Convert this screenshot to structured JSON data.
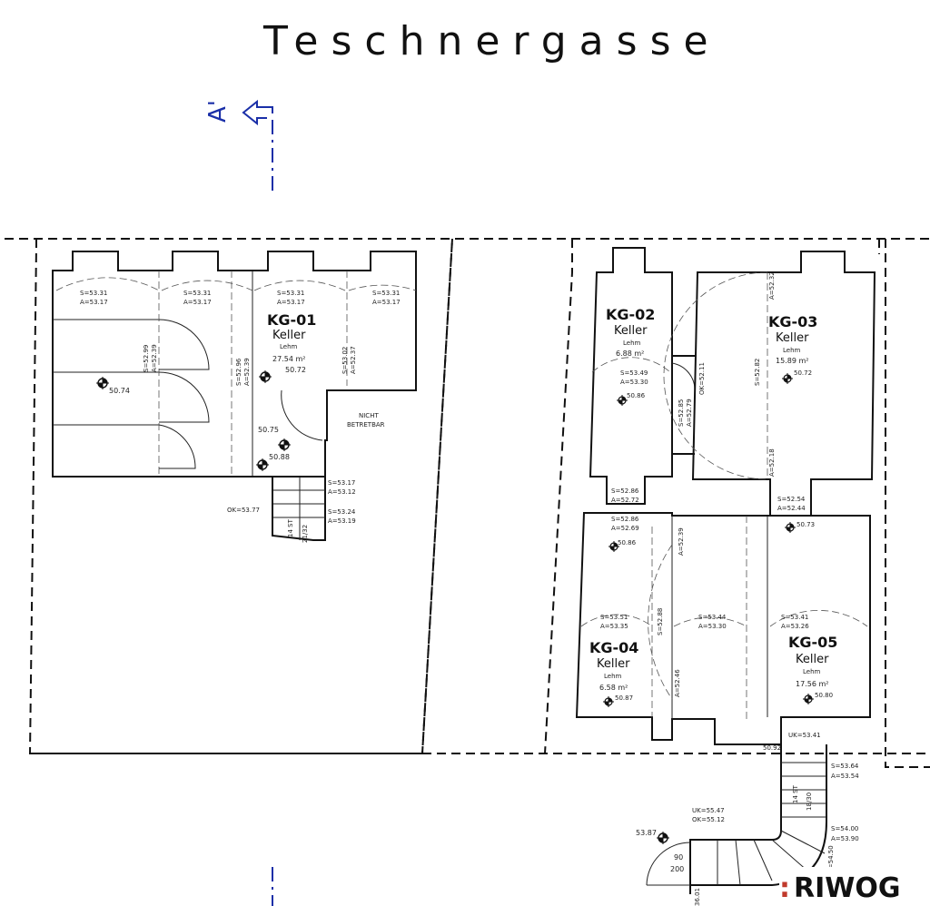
{
  "title": "Teschnergasse",
  "section_marker": "A'",
  "logo": {
    "prefix": ":",
    "text": "RIWOG",
    "accent_color": "#c0392b"
  },
  "rooms": {
    "kg01": {
      "id": "KG-01",
      "type": "Keller",
      "floor": "Lehm",
      "area": "27.54 m²",
      "level": "50.72"
    },
    "kg02": {
      "id": "KG-02",
      "type": "Keller",
      "floor": "Lehm",
      "area": "6.88 m²"
    },
    "kg03": {
      "id": "KG-03",
      "type": "Keller",
      "floor": "Lehm",
      "area": "15.89 m²",
      "level": "50.72"
    },
    "kg04": {
      "id": "KG-04",
      "type": "Keller",
      "floor": "Lehm",
      "area": "6.58 m²",
      "level": "50.87"
    },
    "kg05": {
      "id": "KG-05",
      "type": "Keller",
      "floor": "Lehm",
      "area": "17.56 m²",
      "level": "50.80"
    }
  },
  "nicht_betretbar": [
    "NICHT",
    "BETRETBAR"
  ],
  "levels": {
    "l5074": "50.74",
    "l5075": "50.75",
    "l5088": "50.88",
    "ok5377": "OK=53.77",
    "l5086a": "50.86",
    "l5086b": "50.86",
    "l5073": "50.73",
    "ok5211": "OK=52.11",
    "uk5341": "UK=53.41",
    "l5092": "50.92",
    "uk5547": "UK=55.47",
    "ok5512": "OK=55.12",
    "l5387": "53.87",
    "d90": "90",
    "d200": "200",
    "l3601": "36.01"
  },
  "elev": {
    "e1a": "S=53.31",
    "e1b": "A=53.17",
    "e2a": "S=53.31",
    "e2b": "A=53.17",
    "e3a": "S=53.31",
    "e3b": "A=53.17",
    "e4a": "S=53.31",
    "e4b": "A=53.17",
    "e5a": "S=53.17",
    "e5b": "A=53.12",
    "e6a": "S=53.24",
    "e6b": "A=53.19",
    "e7a": "S=53.49",
    "e7b": "A=53.30",
    "e8a": "S=52.86",
    "e8b": "A=52.72",
    "e9a": "S=52.86",
    "e9b": "A=52.69",
    "e10a": "S=52.54",
    "e10b": "A=52.44",
    "e11a": "S=53.51",
    "e11b": "A=53.35",
    "e12a": "S=53.44",
    "e12b": "A=53.30",
    "e13a": "S=53.41",
    "e13b": "A=53.26",
    "e14a": "S=53.64",
    "e14b": "A=53.54",
    "e15a": "S=54.00",
    "e15b": "A=53.90"
  },
  "vert": {
    "v1": "S=52.99",
    "v2": "A=52.39",
    "v3": "S=52.96",
    "v4": "A=52.39",
    "v5": "S=53.02",
    "v6": "A=52.37",
    "v7": "S=52.85",
    "v8": "A=52.79",
    "v9": "S=52.82",
    "v10": "A=52.32",
    "v11": "A=52.18",
    "v12": "A=52.39",
    "v13": "S=52.88",
    "v14": "A=52.46",
    "v15": "A=54.50"
  },
  "stairs": {
    "s1a": "14 ST",
    "s1b": "21/32",
    "s2a": "14 ST",
    "s2b": "18/30"
  }
}
